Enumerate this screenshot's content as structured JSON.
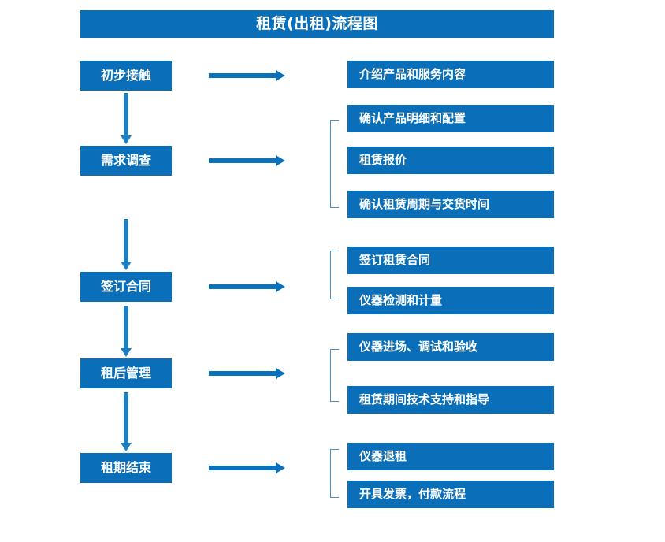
{
  "diagram": {
    "title": "租赁(出租)流程图",
    "accent_color": "#0a6fb8",
    "arrow_color": "#0a72bd",
    "bracket_color": "#4a90c8",
    "stages": [
      {
        "label": "初步接触"
      },
      {
        "label": "需求调查"
      },
      {
        "label": "签订合同"
      },
      {
        "label": "租后管理"
      },
      {
        "label": "租期结束"
      }
    ],
    "details": [
      {
        "label": "介绍产品和服务内容"
      },
      {
        "label": "确认产品明细和配置"
      },
      {
        "label": "租赁报价"
      },
      {
        "label": "确认租赁周期与交货时间"
      },
      {
        "label": "签订租赁合同"
      },
      {
        "label": "仪器检测和计量"
      },
      {
        "label": "仪器进场、调试和验收"
      },
      {
        "label": "租赁期间技术支持和指导"
      },
      {
        "label": "仪器退租"
      },
      {
        "label": "开具发票，付款流程"
      }
    ]
  }
}
